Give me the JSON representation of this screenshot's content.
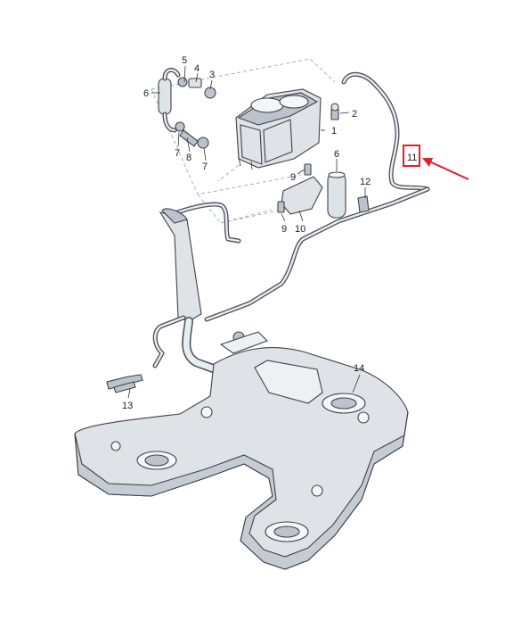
{
  "callouts": {
    "c1": "1",
    "c2": "2",
    "c3": "3",
    "c4": "4",
    "c5": "5",
    "c6a": "6",
    "c6b": "6",
    "c7a": "7",
    "c7b": "7",
    "c8": "8",
    "c9a": "9",
    "c9b": "9",
    "c10": "10",
    "c11": "11",
    "c12": "12",
    "c13": "13",
    "c14": "14"
  },
  "highlight": {
    "color": "#e0202a",
    "target": "11"
  },
  "colors": {
    "part_fill": "#dfe3e8",
    "part_outline": "#3e434a",
    "guide_lines": "#9aa7b8"
  }
}
